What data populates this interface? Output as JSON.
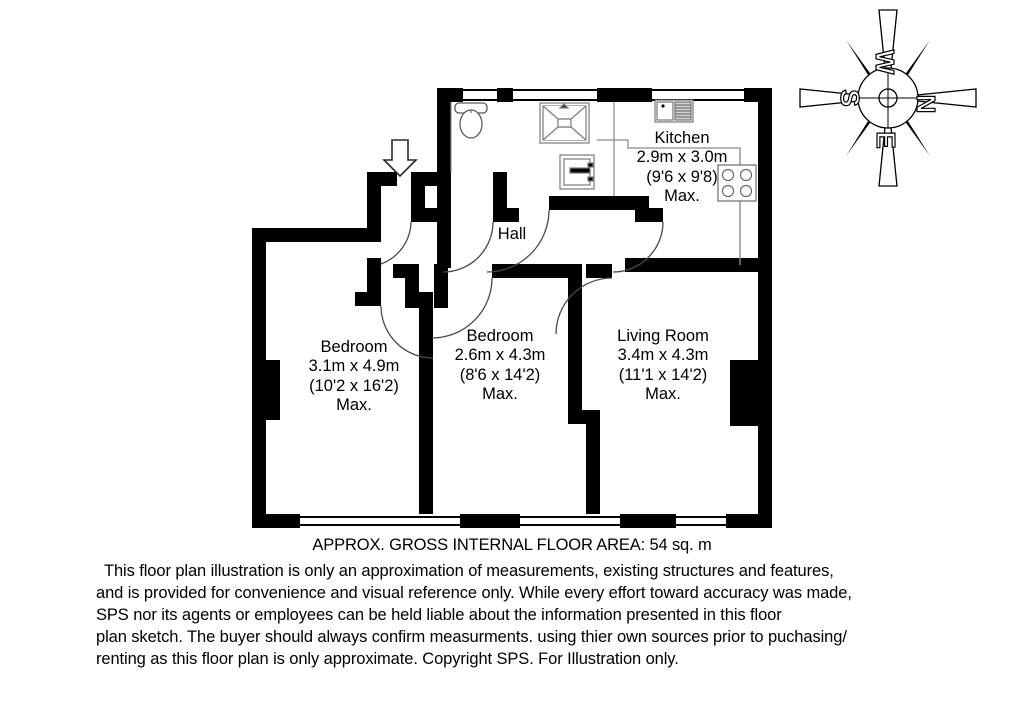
{
  "document": {
    "type": "floor-plan",
    "area_heading": "APPROX. GROSS INTERNAL FLOOR AREA: 54 sq. m",
    "disclaimer_lines": [
      "This floor plan illustration is only an approximation of measurements, existing structures and features,",
      "and is provided for convenience and visual reference only. While every effort toward accuracy was made,",
      "SPS nor its agents or employees can be held liable about the information presented in this floor",
      "plan sketch. The buyer should always confirm measurments. using thier own sources prior to puchasing/",
      "renting as this floor plan is only approximate. Copyright SPS. For Illustration only."
    ]
  },
  "compass": {
    "letters": [
      "W",
      "N",
      "E",
      "S"
    ],
    "top": "W",
    "right": "N",
    "bottom": "E",
    "left": "S"
  },
  "rooms": {
    "hall": {
      "name": "Hall"
    },
    "kitchen": {
      "name": "Kitchen",
      "dims_metric": "2.9m x 3.0m",
      "dims_imperial": "(9'6 x 9'8)",
      "qualifier": "Max.",
      "label": "Kitchen\n2.9m x 3.0m\n(9'6 x 9'8)\nMax."
    },
    "bedroom_1": {
      "name": "Bedroom",
      "dims_metric": "3.1m x 4.9m",
      "dims_imperial": "(10'2 x 16'2)",
      "qualifier": "Max.",
      "label": "Bedroom\n3.1m x 4.9m\n(10'2 x 16'2)\nMax."
    },
    "bedroom_2": {
      "name": "Bedroom",
      "dims_metric": "2.6m x 4.3m",
      "dims_imperial": "(8'6 x 14'2)",
      "qualifier": "Max.",
      "label": "Bedroom\n2.6m x 4.3m\n(8'6 x 14'2)\nMax."
    },
    "living_room": {
      "name": "Living Room",
      "dims_metric": "3.4m x 4.3m",
      "dims_imperial": "(11'1 x 14'2)",
      "qualifier": "Max.",
      "label": "Living Room\n3.4m x 4.3m\n(11'1 x 14'2)\nMax."
    }
  },
  "fixtures": [
    {
      "name": "toilet",
      "room": "wc"
    },
    {
      "name": "shower-tray",
      "room": "bathroom"
    },
    {
      "name": "wash-basin",
      "room": "bathroom"
    },
    {
      "name": "kitchen-sink",
      "room": "kitchen"
    },
    {
      "name": "hob",
      "room": "kitchen"
    },
    {
      "name": "chimney-breast",
      "room": "bedroom_1"
    },
    {
      "name": "chimney-breast",
      "room": "living_room"
    }
  ],
  "annotations": {
    "entrance_arrow": "entrance",
    "window_count": 6,
    "door_count": 5
  },
  "colors": {
    "wall": "#000000",
    "background": "#ffffff",
    "fixture_outline": "#808080",
    "door_swing": "#555555"
  }
}
